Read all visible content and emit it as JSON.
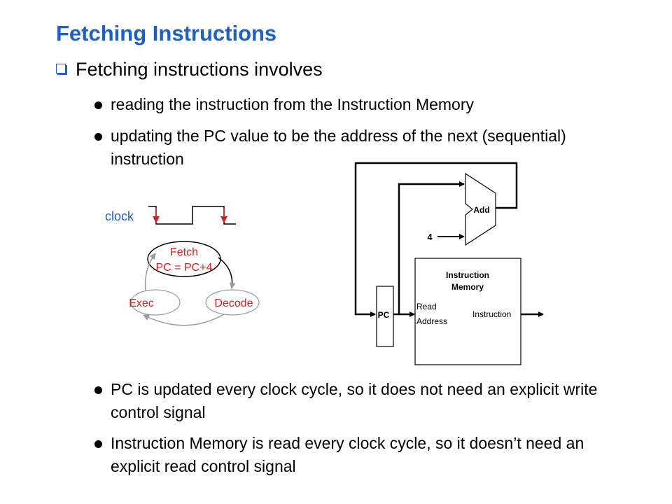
{
  "title": "Fetching Instructions",
  "intro": "Fetching instructions involves",
  "bullets_top": [
    "reading the instruction from the Instruction Memory",
    "updating the PC value to be the address of the next (sequential) instruction"
  ],
  "bullets_bottom": [
    "PC is updated every clock cycle, so it does not need an explicit write control signal",
    "Instruction Memory is read every clock cycle, so it doesn’t need an explicit read control signal"
  ],
  "cycle": {
    "clock": "clock",
    "fetch_line1": "Fetch",
    "fetch_line2": "PC = PC+4",
    "exec": "Exec",
    "decode": "Decode"
  },
  "datapath": {
    "adder": "Add",
    "constant": "4",
    "memory_title_1": "Instruction",
    "memory_title_2": "Memory",
    "read_address_1": "Read",
    "read_address_2": "Address",
    "instruction": "Instruction",
    "pc": "PC"
  },
  "colors": {
    "title": "#1f5fbf",
    "cycle_text": "#cc2222",
    "clock_text": "#1f5fbf",
    "ellipse_outline": "#9a9a9a"
  }
}
